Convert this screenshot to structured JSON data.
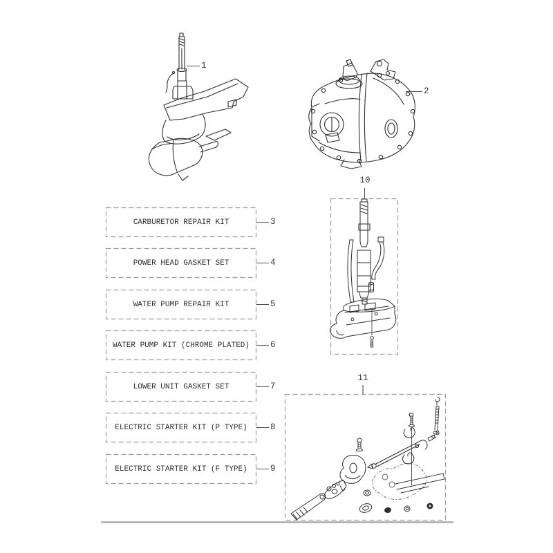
{
  "page": {
    "background": "#ffffff",
    "description": "Outboard motor parts fiche diagram"
  },
  "figures": {
    "lower_unit": {
      "number": "1",
      "name": "lower unit drawing"
    },
    "power_head": {
      "number": "2",
      "name": "power head drawing"
    },
    "driveshaft_kit": {
      "number": "10",
      "name": "driveshaft extension kit drawing"
    },
    "shift_kit": {
      "number": "11",
      "name": "shift mechanism exploded drawing"
    }
  },
  "kit_boxes": [
    {
      "number": "3",
      "label": "CARBURETOR REPAIR KIT"
    },
    {
      "number": "4",
      "label": "POWER HEAD GASKET SET"
    },
    {
      "number": "5",
      "label": "WATER PUMP REPAIR KIT"
    },
    {
      "number": "6",
      "label": "WATER PUMP KIT (CHROME PLATED)"
    },
    {
      "number": "7",
      "label": "LOWER UNIT GASKET SET"
    },
    {
      "number": "8",
      "label": "ELECTRIC STARTER KIT (P TYPE)"
    },
    {
      "number": "9",
      "label": "ELECTRIC STARTER KIT (F TYPE)"
    }
  ],
  "colors": {
    "line_art": "#2e2e2e",
    "dashed_border": "#9c9c9c",
    "leader_line": "#4d4d4d",
    "text": "#2e2e2e",
    "divider": "#ababab"
  }
}
